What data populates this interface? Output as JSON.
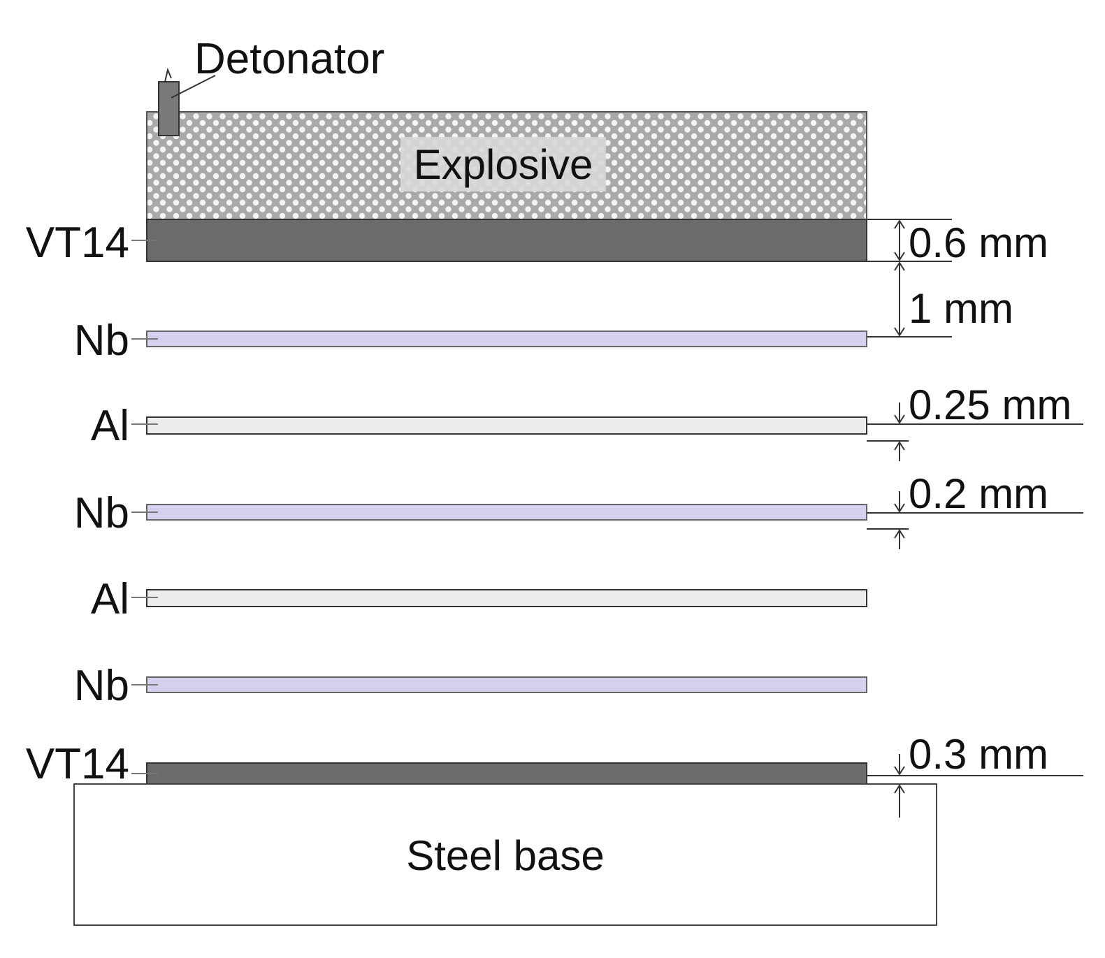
{
  "labels": {
    "detonator": "Detonator",
    "explosive": "Explosive",
    "steel_base": "Steel base",
    "layers": [
      "VT14",
      "Nb",
      "Al",
      "Nb",
      "Al",
      "Nb",
      "VT14"
    ]
  },
  "dimensions": {
    "top_plate": "0.6 mm",
    "standoff": "1 mm",
    "al_gap": "0.25 mm",
    "nb_gap": "0.2 mm",
    "bottom_plate": "0.3 mm"
  },
  "colors": {
    "vt14": "#6b6b6b",
    "nb": "#d4d0ee",
    "al": "#ececec",
    "explosive": "#a8a8a8",
    "detonator": "#7a7a7a",
    "steel": "#ffffff"
  }
}
